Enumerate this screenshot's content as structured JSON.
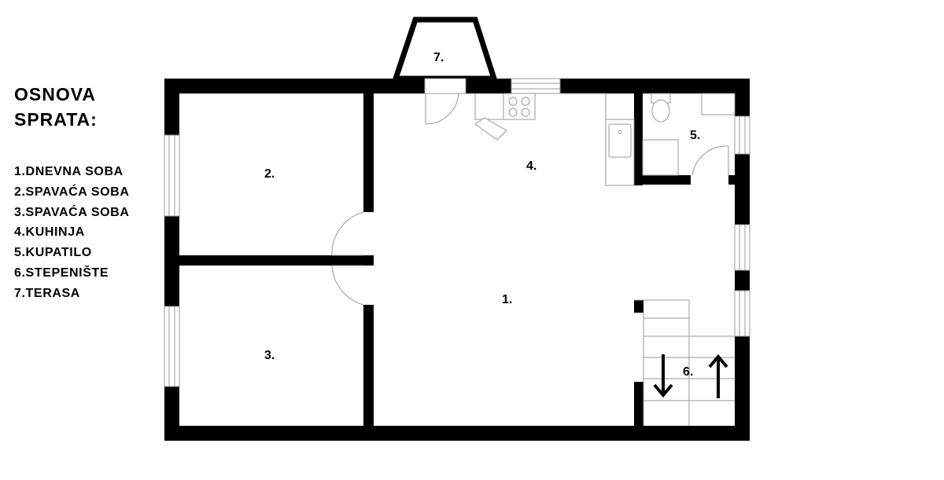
{
  "legend": {
    "title_line1": "OSNOVA",
    "title_line2": "SPRATA:",
    "items": [
      "1.DNEVNA SOBA",
      "2.SPAVAĆA SOBA",
      "3.SPAVAĆA SOBA",
      "4.KUHINJA",
      "5.KUPATILO",
      "6.STEPENIŠTE",
      "7.TERASA"
    ]
  },
  "rooms": {
    "r1": "1.",
    "r2": "2.",
    "r3": "3.",
    "r4": "4.",
    "r5": "5.",
    "r6": "6.",
    "r7": "7."
  },
  "colors": {
    "wall": "#000000",
    "fixture_stroke": "#999999",
    "background": "#ffffff"
  },
  "icons": {
    "stairs_down": "arrow-down-icon",
    "stairs_up": "arrow-up-icon"
  }
}
